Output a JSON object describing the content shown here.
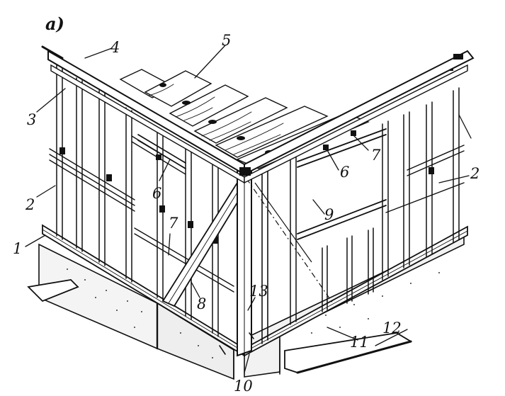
{
  "figure_label": "a)",
  "callouts": [
    {
      "id": "c4",
      "text": "4"
    },
    {
      "id": "c5",
      "text": "5"
    },
    {
      "id": "c3",
      "text": "3"
    },
    {
      "id": "c2-left",
      "text": "2"
    },
    {
      "id": "c2-right",
      "text": "2"
    },
    {
      "id": "c6-left",
      "text": "6"
    },
    {
      "id": "c6-right",
      "text": "6"
    },
    {
      "id": "c7-left",
      "text": "7"
    },
    {
      "id": "c7-right",
      "text": "7"
    },
    {
      "id": "c9",
      "text": "9"
    },
    {
      "id": "c1",
      "text": "1"
    },
    {
      "id": "c8",
      "text": "8"
    },
    {
      "id": "c13",
      "text": "13"
    },
    {
      "id": "c11",
      "text": "11"
    },
    {
      "id": "c12",
      "text": "12"
    },
    {
      "id": "c10",
      "text": "10"
    }
  ]
}
